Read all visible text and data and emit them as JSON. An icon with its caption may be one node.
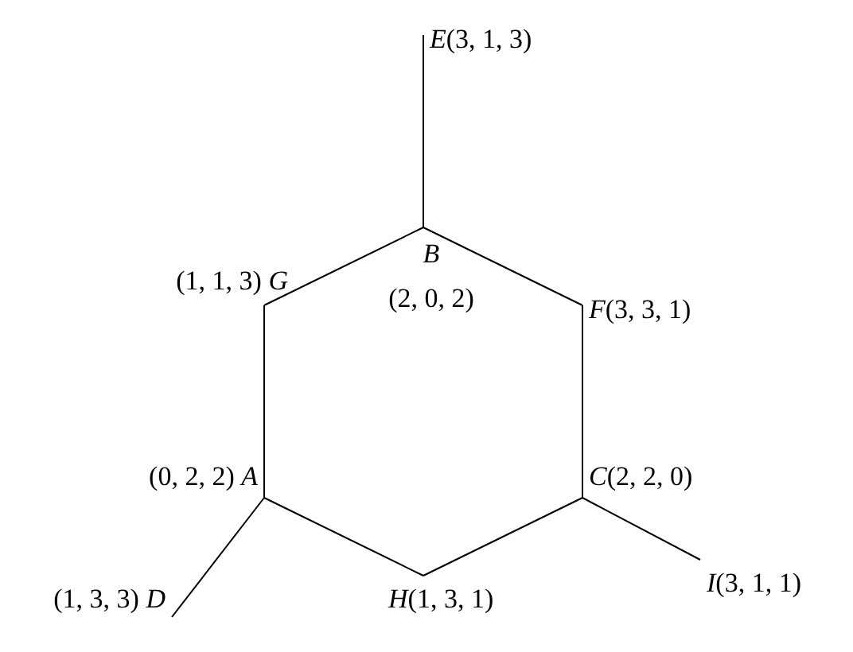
{
  "diagram": {
    "nodes": [
      {
        "text": [
          "*E*(3, 1, 3)"
        ]
      },
      {
        "text": [
          "(1, 1, 3) *G*"
        ]
      },
      {
        "text": [
          "B",
          "(2, 0, 2)"
        ]
      },
      {
        "text": [
          "*F*(3, 3, 1)"
        ]
      },
      {
        "text": [
          "(0, 2, 2) *A*"
        ]
      },
      {
        "text": [
          "*C*(2, 2, 0)"
        ]
      },
      {
        "text": [
          "(1, 3, 3) *D*"
        ]
      },
      {
        "text": [
          "*H*(1, 3, 1)"
        ]
      },
      {
        "text": [
          "*I*(3, 1, 1)"
        ]
      }
    ],
    "edges": [
      {
        "from": 0,
        "to": 2,
        "arrow": "none"
      },
      {
        "from": 2,
        "to": 1,
        "arrow": "none"
      },
      {
        "from": 2,
        "to": 3,
        "arrow": "none"
      },
      {
        "from": 1,
        "to": 4,
        "arrow": "none"
      },
      {
        "from": 3,
        "to": 5,
        "arrow": "none"
      },
      {
        "from": 4,
        "to": 7,
        "arrow": "none"
      },
      {
        "from": 7,
        "to": 5,
        "arrow": "none"
      },
      {
        "from": 4,
        "to": 6,
        "arrow": "none"
      },
      {
        "from": 5,
        "to": 8,
        "arrow": "none"
      }
    ]
  }
}
